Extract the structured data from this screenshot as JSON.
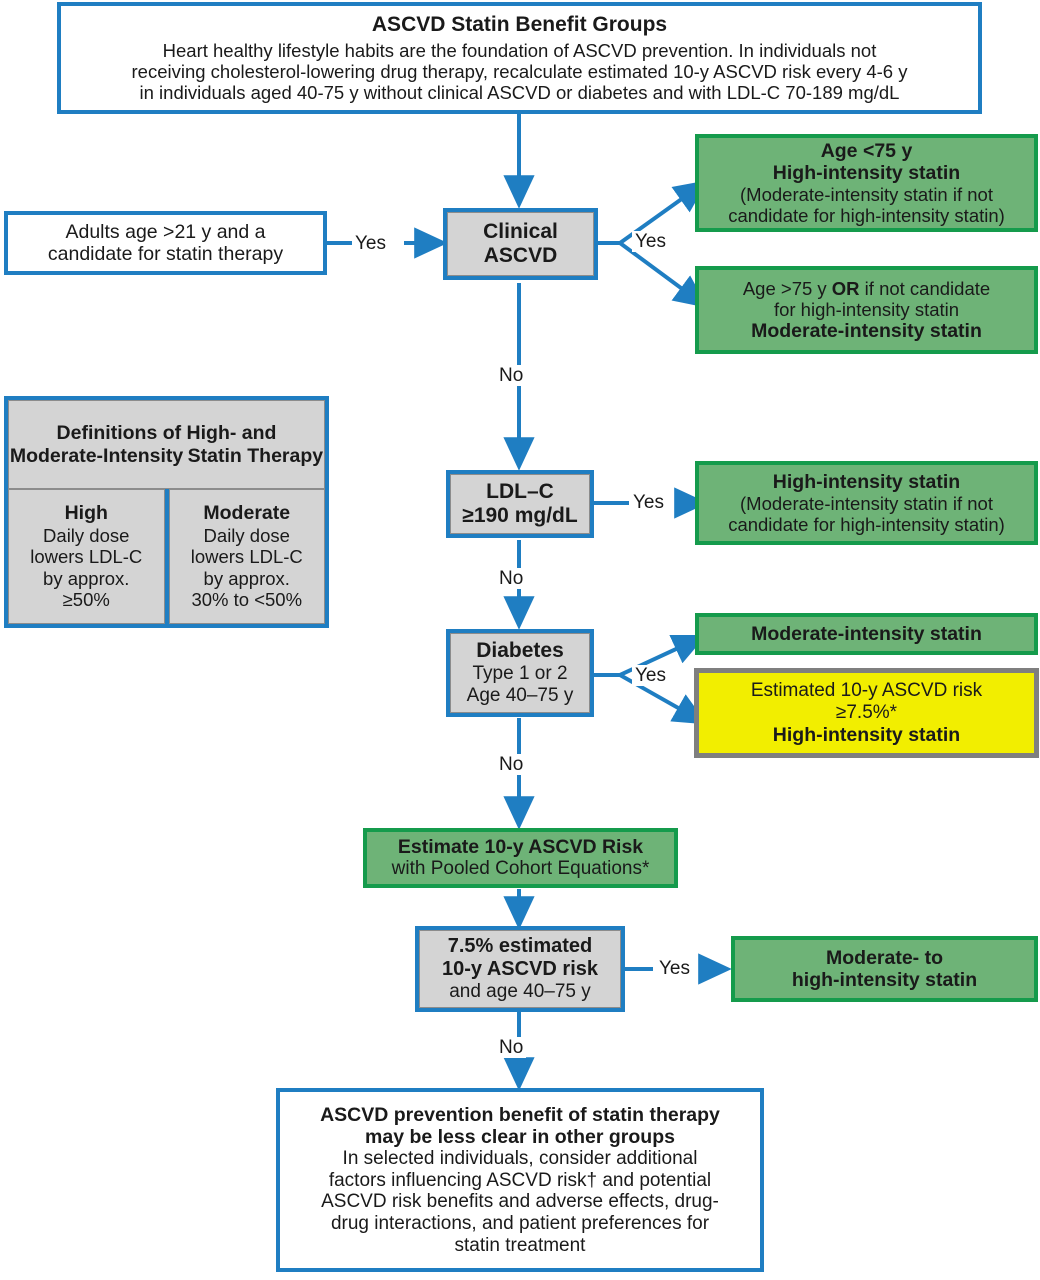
{
  "meta": {
    "title": "ASCVD Statin Benefit Groups",
    "colors": {
      "blue_frame": "#1f7ec2",
      "gray_fill": "#d4d4d4",
      "green_fill": "#6eb377",
      "green_frame": "#159b4c",
      "yellow_fill": "#f2ee00",
      "gray_frame": "#7f7f7f",
      "text": "#1a1a1a",
      "page_bg": "#ffffff"
    }
  },
  "header": {
    "title": "ASCVD Statin Benefit Groups",
    "body_lines": [
      "Heart healthy lifestyle habits are the foundation of ASCVD prevention. In individuals not",
      "receiving cholesterol-lowering drug therapy, recalculate estimated 10-y ASCVD risk every 4-6 y",
      "in individuals aged 40-75 y without clinical ASCVD or diabetes and with LDL-C 70-189 mg/dL"
    ]
  },
  "entry": {
    "lines": [
      "Adults age >21 y and a",
      "candidate for statin therapy"
    ]
  },
  "decisions": {
    "clinical_ascvd": {
      "lines": [
        "Clinical",
        "ASCVD"
      ]
    },
    "ldl_c": {
      "line_bold": "LDL–C",
      "line_value": "≥190 mg/dL"
    },
    "diabetes": {
      "title": "Diabetes",
      "lines": [
        "Type 1 or 2",
        "Age 40–75 y"
      ]
    },
    "risk_75": {
      "lines_bold": [
        "7.5% estimated",
        "10-y ASCVD risk"
      ],
      "line_reg": "and age 40–75 y"
    }
  },
  "outcomes": {
    "ascvd_under75": {
      "bold_lines": [
        "Age <75 y",
        "High-intensity statin"
      ],
      "reg_lines": [
        "(Moderate-intensity statin if not",
        "candidate for high-intensity statin)"
      ]
    },
    "ascvd_over75": {
      "reg_line_1_a": "Age >75 y ",
      "reg_line_1_or": "OR",
      "reg_line_1_b": " if not candidate",
      "reg_line_2": "for high-intensity statin",
      "bold_line": "Moderate-intensity statin"
    },
    "ldl_outcome": {
      "bold_line": "High-intensity statin",
      "reg_lines": [
        "(Moderate-intensity statin if not",
        "candidate for high-intensity statin)"
      ]
    },
    "diabetes_moderate": {
      "bold_line": "Moderate-intensity statin"
    },
    "diabetes_highrisk": {
      "reg_lines": [
        "Estimated 10-y ASCVD risk",
        "≥7.5%*"
      ],
      "bold_line": "High-intensity statin"
    },
    "risk_outcome": {
      "bold_lines": [
        "Moderate- to",
        "high-intensity statin"
      ]
    }
  },
  "estimate_box": {
    "bold_line": "Estimate 10-y ASCVD Risk",
    "reg_line": "with Pooled Cohort Equations*"
  },
  "definitions": {
    "heading_lines": [
      "Definitions of High- and",
      "Moderate-Intensity",
      "Statin Therapy"
    ],
    "columns": [
      {
        "name": "High",
        "lines": [
          "Daily dose",
          "lowers LDL-C",
          "by approx.",
          "≥50%"
        ]
      },
      {
        "name": "Moderate",
        "lines": [
          "Daily dose",
          "lowers LDL-C",
          "by approx.",
          "30% to <50%"
        ]
      }
    ]
  },
  "footer_box": {
    "bold_lines": [
      "ASCVD prevention benefit of statin therapy",
      "may be less clear in other groups"
    ],
    "reg_lines": [
      "In selected individuals, consider additional",
      "factors influencing ASCVD risk† and potential",
      "ASCVD risk benefits and adverse effects, drug-",
      "drug interactions, and patient preferences for",
      "statin treatment"
    ]
  },
  "edge_labels": {
    "yes_entry": "Yes",
    "yes_ascvd": "Yes",
    "no_ascvd": "No",
    "yes_ldl": "Yes",
    "no_ldl": "No",
    "yes_diabetes": "Yes",
    "no_diabetes": "No",
    "yes_risk": "Yes",
    "no_risk": "No"
  }
}
